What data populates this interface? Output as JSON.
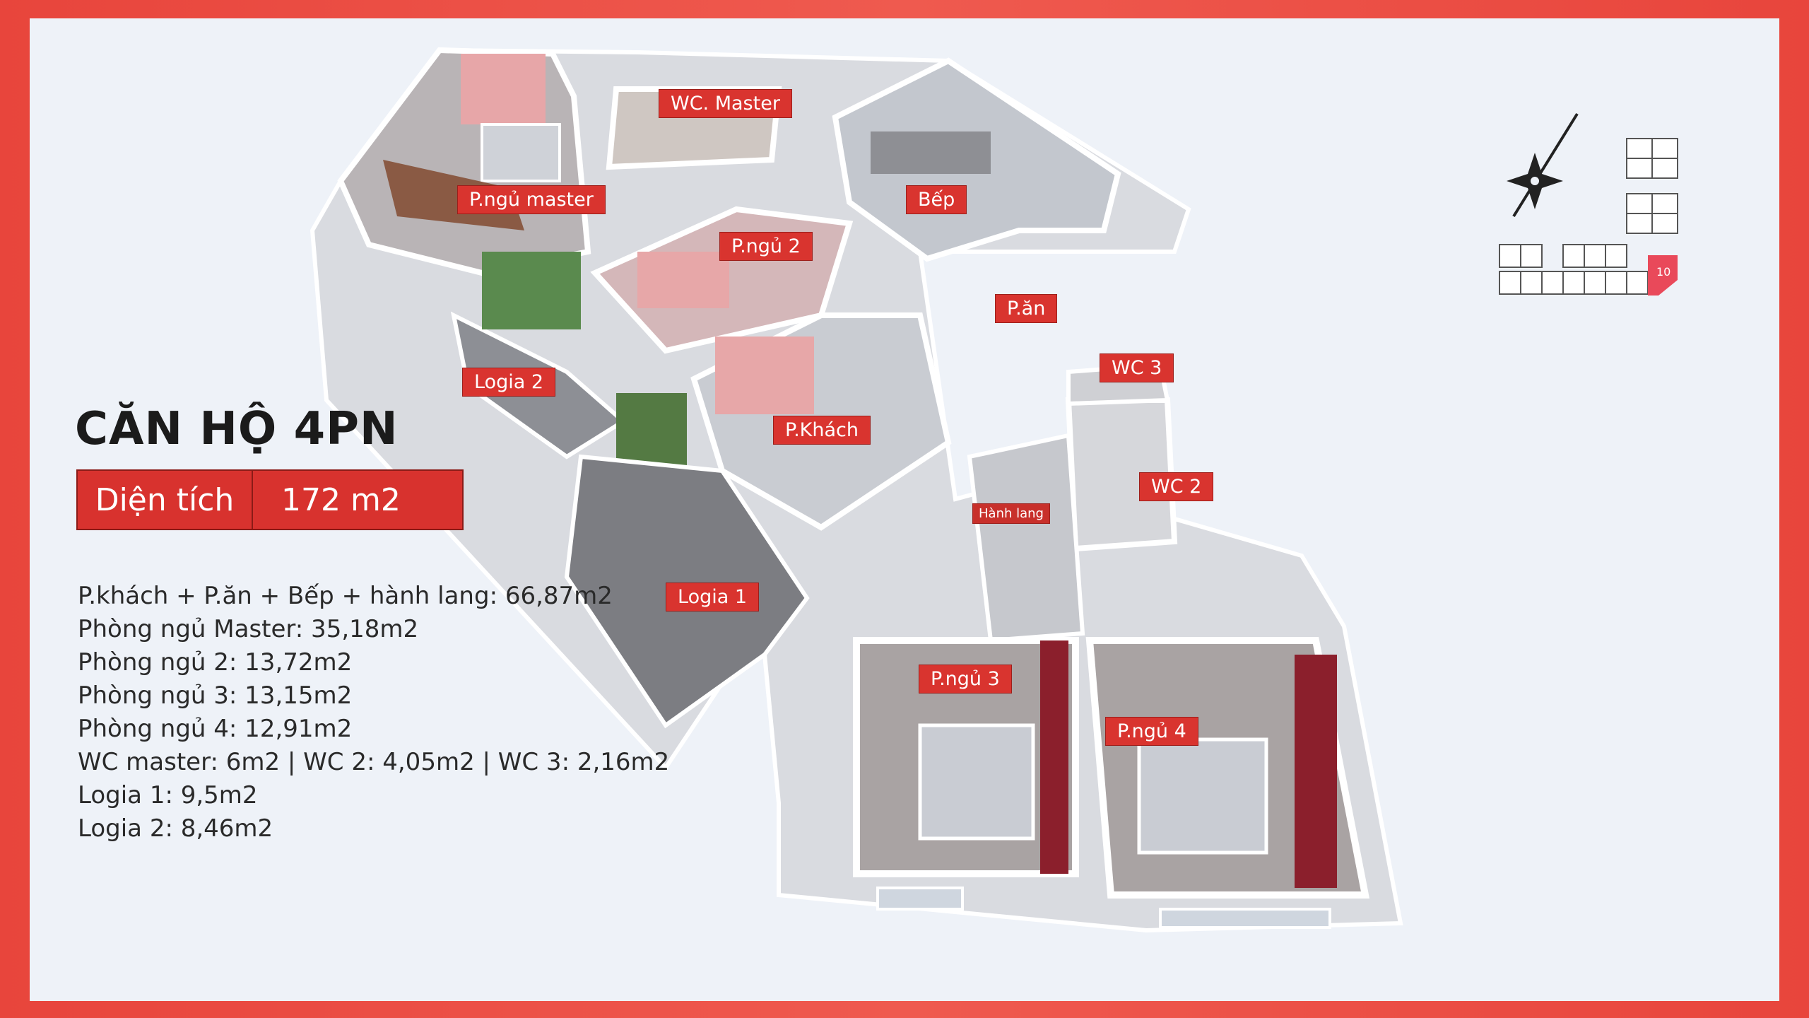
{
  "title": "CĂN HỘ 4PN",
  "area": {
    "label": "Diện tích",
    "value": "172 m2"
  },
  "details": [
    "P.khách + P.ăn + Bếp + hành lang: 66,87m2",
    "Phòng ngủ Master: 35,18m2",
    "Phòng ngủ 2: 13,72m2",
    "Phòng ngủ 3: 13,15m2",
    "Phòng ngủ 4: 12,91m2",
    "WC master: 6m2 | WC 2: 4,05m2 | WC 3: 2,16m2",
    "Logia 1: 9,5m2",
    "Logia 2: 8,46m2"
  ],
  "rooms": {
    "wc_master": "WC. Master",
    "bedroom_master": "P.ngủ master",
    "kitchen": "Bếp",
    "bedroom_2": "P.ngủ 2",
    "dining": "P.ăn",
    "logia_2": "Logia 2",
    "wc_3": "WC 3",
    "living": "P.Khách",
    "wc_2": "WC 2",
    "corridor": "Hành lang",
    "logia_1": "Logia 1",
    "bedroom_3": "P.ngủ 3",
    "bedroom_4": "P.ngủ 4"
  },
  "key_plan": {
    "unit_number": "10"
  },
  "colors": {
    "accent": "#d9342f",
    "frame": "#e8453c",
    "background": "#eef2f8"
  }
}
